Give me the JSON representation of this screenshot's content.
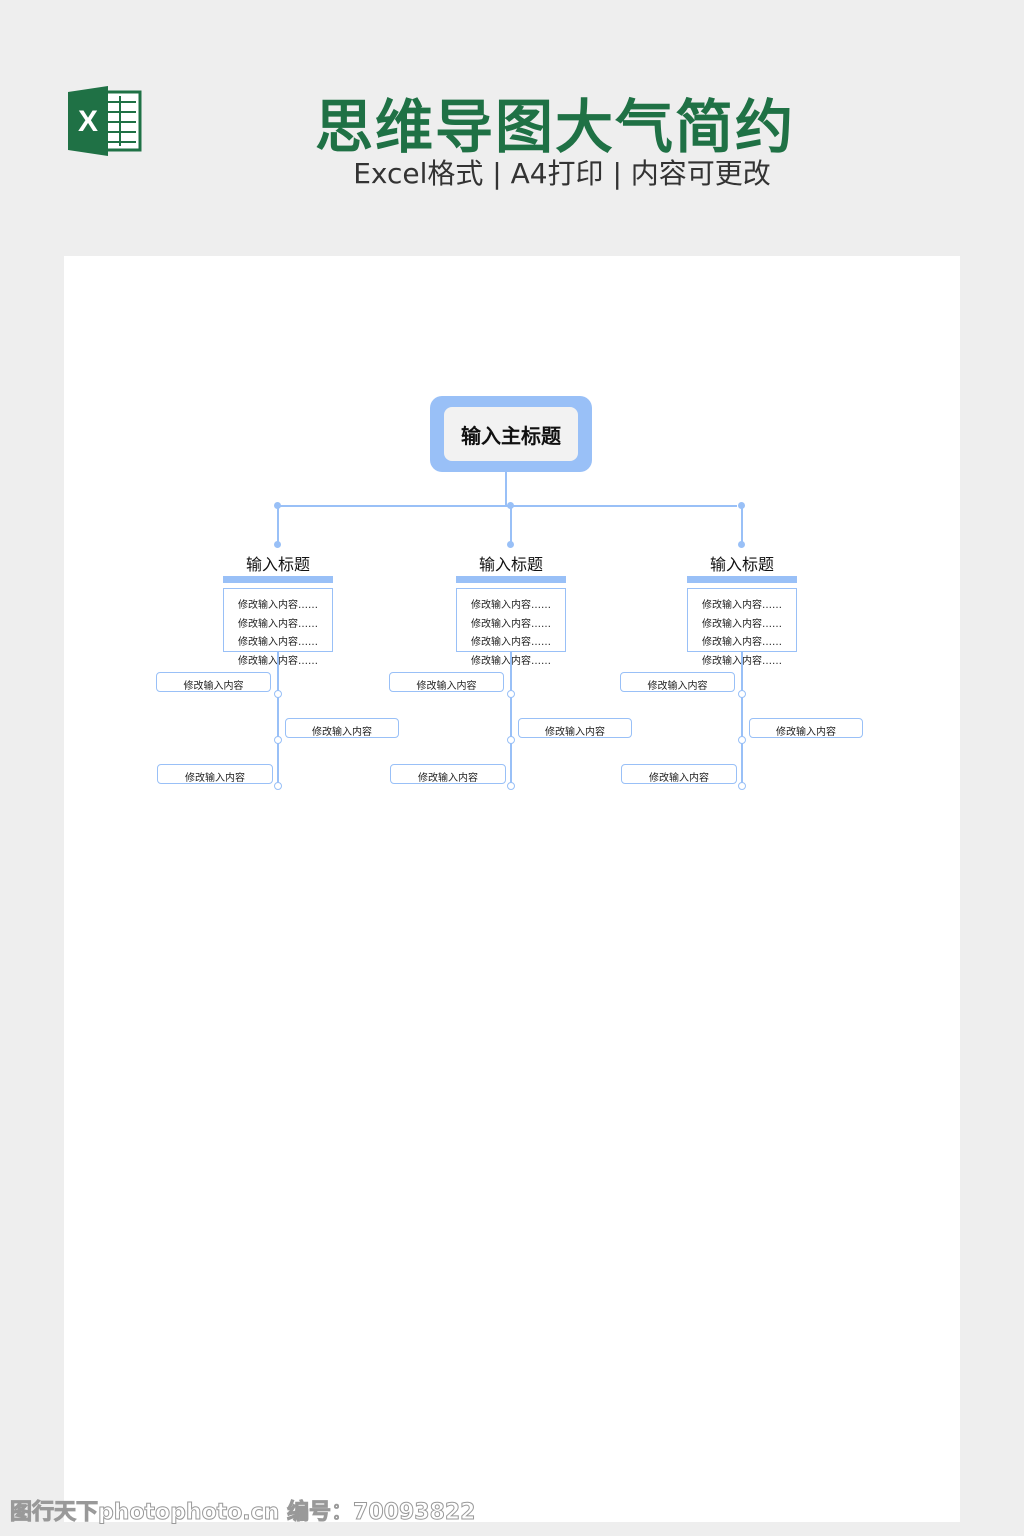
{
  "header": {
    "title": "思维导图大气简约",
    "subtitle": "Excel格式 | A4打印 | 内容可更改",
    "logo_letter": "X"
  },
  "mindmap": {
    "main_title": "输入主标题",
    "branches": [
      {
        "title": "输入标题",
        "items": [
          "修改输入内容……",
          "修改输入内容……",
          "修改输入内容……",
          "修改输入内容……"
        ],
        "subs": [
          "修改输入内容",
          "修改输入内容",
          "修改输入内容"
        ]
      },
      {
        "title": "输入标题",
        "items": [
          "修改输入内容……",
          "修改输入内容……",
          "修改输入内容……",
          "修改输入内容……"
        ],
        "subs": [
          "修改输入内容",
          "修改输入内容",
          "修改输入内容"
        ]
      },
      {
        "title": "输入标题",
        "items": [
          "修改输入内容……",
          "修改输入内容……",
          "修改输入内容……",
          "修改输入内容……"
        ],
        "subs": [
          "修改输入内容",
          "修改输入内容",
          "修改输入内容"
        ]
      }
    ]
  },
  "watermark": "图行天下photophoto.cn 编号：70093822",
  "colors": {
    "brand_green": "#1f7145",
    "node_blue": "#99c0f7"
  }
}
